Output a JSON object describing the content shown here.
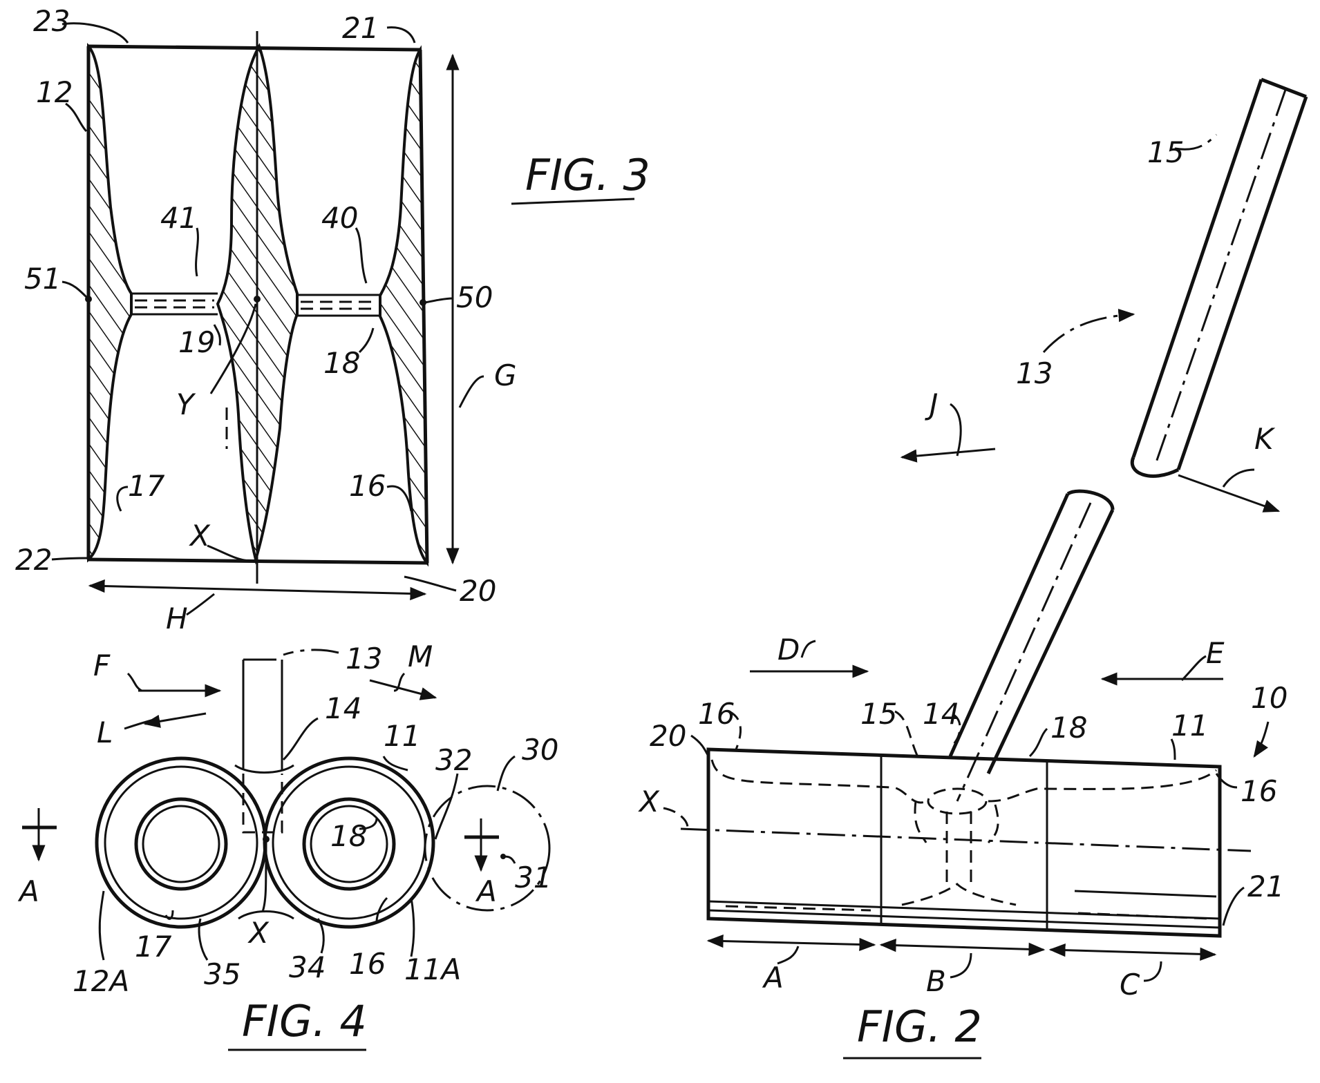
{
  "figures": {
    "fig3": {
      "caption": "FIG. 3",
      "labels": {
        "l23": "23",
        "l21": "21",
        "l12": "12",
        "l41": "41",
        "l40": "40",
        "l51": "51",
        "l50": "50",
        "l19": "19",
        "l18": "18",
        "lY": "Y",
        "lG": "G",
        "l17": "17",
        "l16": "16",
        "lX": "X",
        "l22": "22",
        "l20": "20",
        "lH": "H"
      }
    },
    "fig4": {
      "caption": "FIG. 4",
      "labels": {
        "lF": "F",
        "l13": "13",
        "lM": "M",
        "lL": "L",
        "l14": "14",
        "l11": "11",
        "l32": "32",
        "l30": "30",
        "l18": "18",
        "l31": "31",
        "lA1": "A",
        "lA2": "A",
        "l12A": "12A",
        "l17": "17",
        "l35": "35",
        "lX": "X",
        "l34": "34",
        "l16": "16",
        "l11A": "11A"
      }
    },
    "fig2": {
      "caption": "FIG. 2",
      "labels": {
        "l15top": "15",
        "l13": "13",
        "lJ": "J",
        "lK": "K",
        "lD": "D",
        "lE": "E",
        "l10": "10",
        "l20": "20",
        "l16a": "16",
        "l15": "15",
        "l14": "14",
        "l18": "18",
        "l11": "11",
        "l16b": "16",
        "lX": "X",
        "l21": "21",
        "lA": "A",
        "lB": "B",
        "lC": "C"
      }
    }
  }
}
